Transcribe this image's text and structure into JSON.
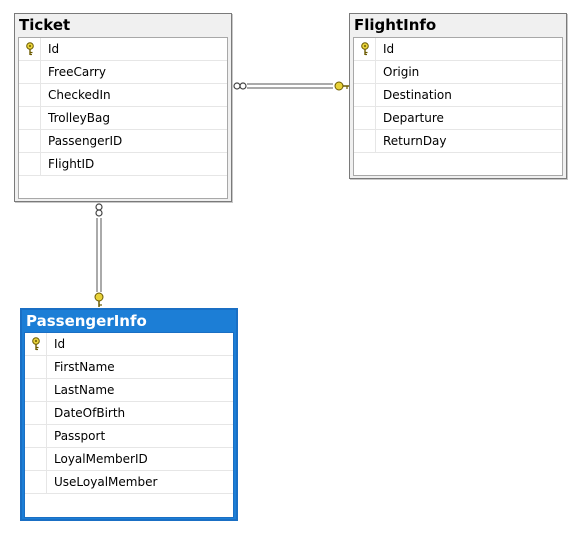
{
  "tables": {
    "ticket": {
      "title": "Ticket",
      "columns": [
        "Id",
        "FreeCarry",
        "CheckedIn",
        "TrolleyBag",
        "PassengerID",
        "FlightID"
      ],
      "primary_key": "Id"
    },
    "flightinfo": {
      "title": "FlightInfo",
      "columns": [
        "Id",
        "Origin",
        "Destination",
        "Departure",
        "ReturnDay"
      ],
      "primary_key": "Id"
    },
    "passengerinfo": {
      "title": "PassengerInfo",
      "columns": [
        "Id",
        "FirstName",
        "LastName",
        "DateOfBirth",
        "Passport",
        "LoyalMemberID",
        "UseLoyalMember"
      ],
      "primary_key": "Id",
      "selected": true
    }
  },
  "relationships": [
    {
      "from": "Ticket",
      "to": "FlightInfo",
      "from_end": "many",
      "to_end": "key"
    },
    {
      "from": "Ticket",
      "to": "PassengerInfo",
      "from_end": "many",
      "to_end": "key"
    }
  ],
  "colors": {
    "selection": "#1c7ed6",
    "key_icon": "#e8d23a",
    "connector": "#555555"
  },
  "icons": {
    "primary_key": "key-icon",
    "many_end": "infinity-icon",
    "one_end": "key-icon"
  }
}
